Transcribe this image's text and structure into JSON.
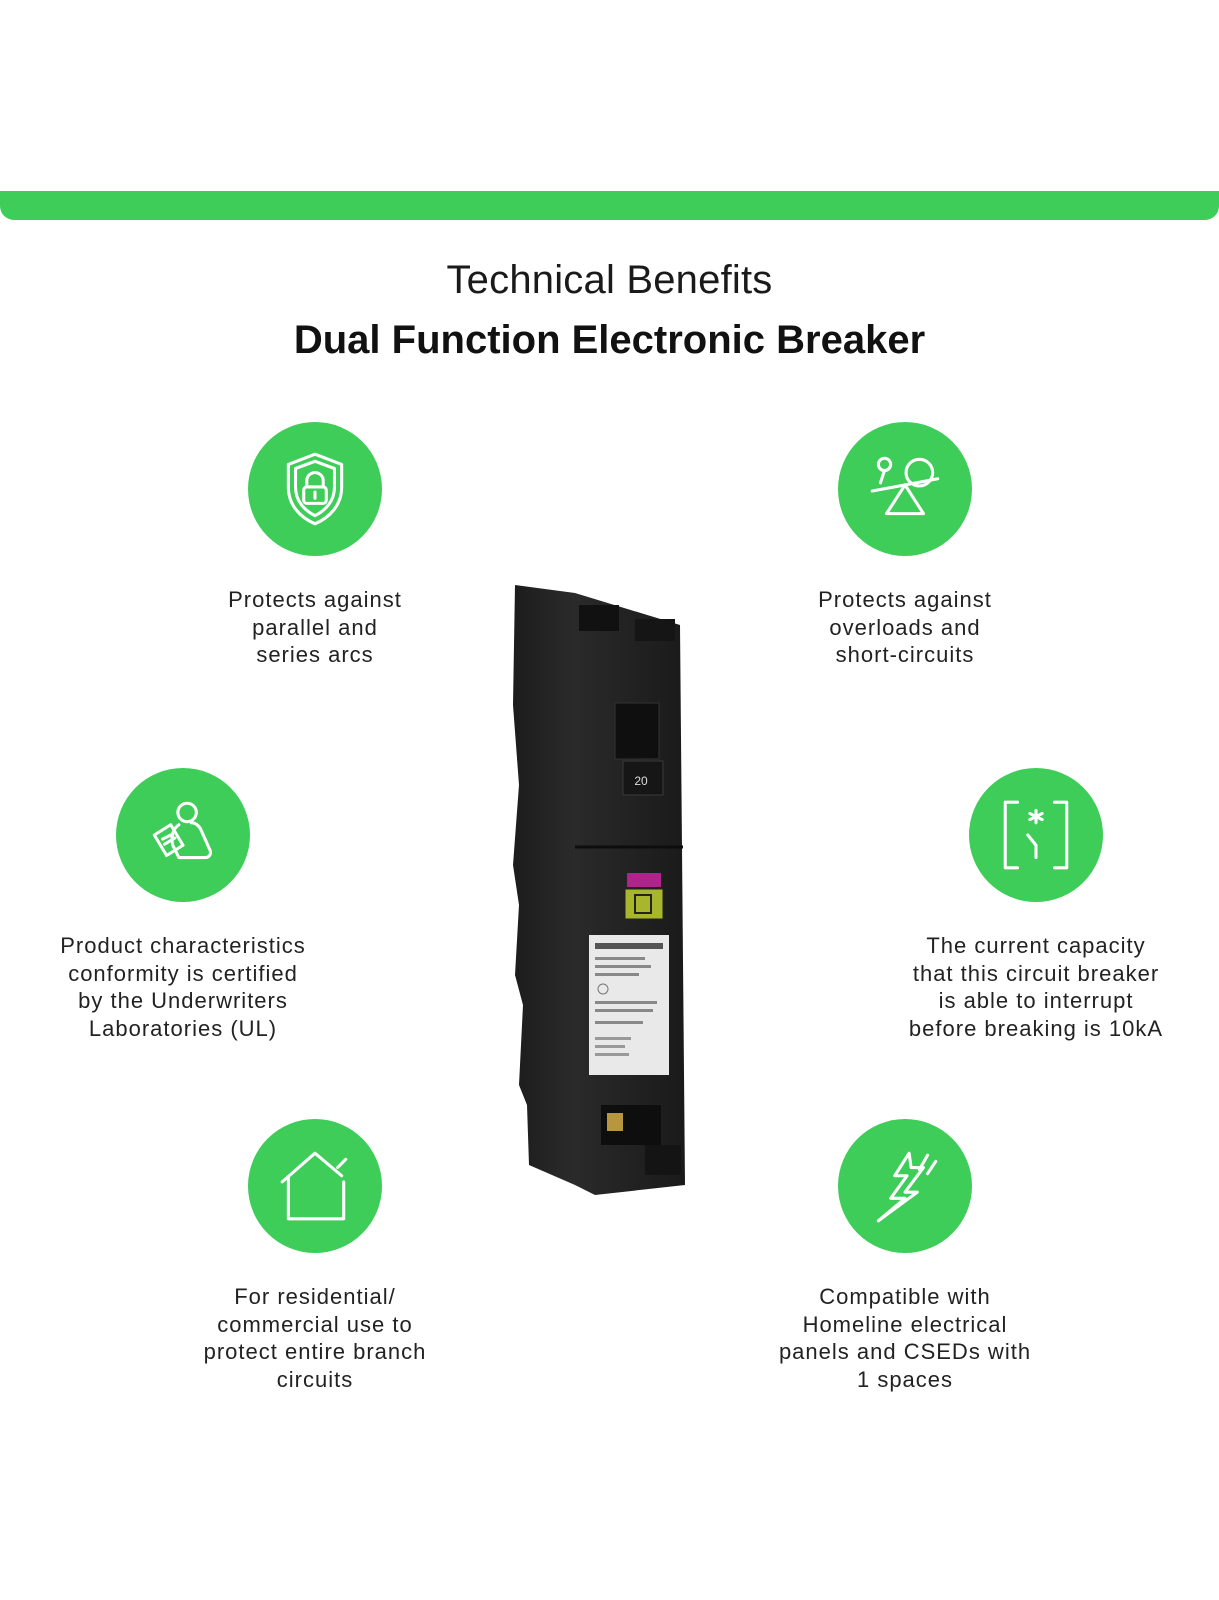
{
  "header": {
    "subtitle": "Technical Benefits",
    "title": "Dual Function Electronic Breaker"
  },
  "features": [
    {
      "icon": "shield-lock-icon",
      "lines": [
        "Protects against",
        "parallel and",
        "series arcs"
      ]
    },
    {
      "icon": "seesaw-balance-icon",
      "lines": [
        "Protects against",
        "overloads and",
        "short-circuits"
      ]
    },
    {
      "icon": "certified-person-icon",
      "lines": [
        "Product characteristics",
        "conformity is certified",
        "by the Underwriters",
        "Laboratories (UL)"
      ]
    },
    {
      "icon": "circuit-interrupt-icon",
      "lines": [
        "The current capacity",
        "that this circuit breaker",
        "is able to interrupt",
        "before breaking is 10kA"
      ]
    },
    {
      "icon": "house-icon",
      "lines": [
        "For residential/",
        "commercial use to",
        "protect entire branch",
        "circuits"
      ]
    },
    {
      "icon": "lightning-bolt-icon",
      "lines": [
        "Compatible with",
        "Homeline electrical",
        "panels and CSEDs with",
        "1 spaces"
      ]
    }
  ],
  "product": {
    "rating": "20"
  },
  "colors": {
    "accent": "#3dcd58"
  }
}
